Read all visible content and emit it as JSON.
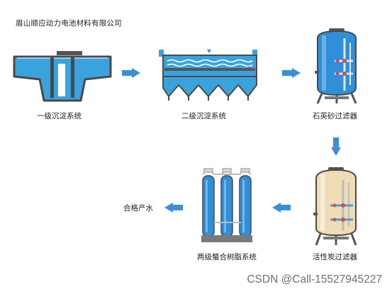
{
  "company": "眉山顺应动力电池材料有限公司",
  "stages": [
    {
      "label": "一级沉淀系统"
    },
    {
      "label": "二级沉淀系统"
    },
    {
      "label": "石英砂过滤器"
    },
    {
      "label": "活性炭过滤器"
    },
    {
      "label": "两级螯合树脂系统"
    }
  ],
  "output_label": "合格产水",
  "watermark": "CSDN @Call-15527945227",
  "colors": {
    "water": "#3aa3de",
    "tank_blue": "#2f8fd8",
    "tank_tan": "#f0dcb4",
    "frame": "#4a4a4a",
    "arrow": "#3b8fd6"
  },
  "icons": [
    "right-arrow-icon",
    "down-arrow-icon",
    "left-arrow-icon"
  ]
}
